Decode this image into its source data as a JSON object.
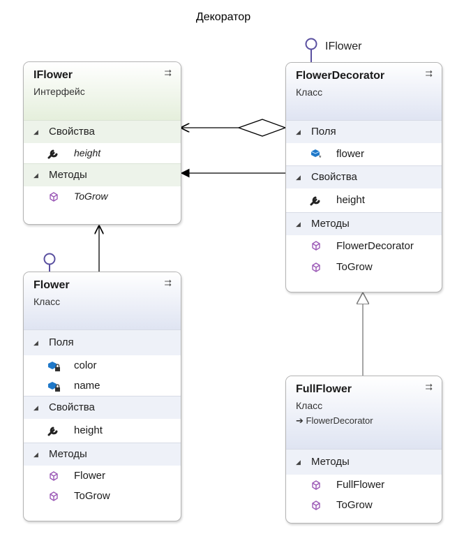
{
  "title": "Декоратор",
  "lollipop_labels": {
    "flower_decorator": "IFlower"
  },
  "classes": {
    "iflower": {
      "name": "IFlower",
      "stereotype": "Интерфейс",
      "sections": [
        {
          "label": "Свойства",
          "members": [
            {
              "name": "height",
              "icon": "wrench-icon"
            }
          ]
        },
        {
          "label": "Методы",
          "members": [
            {
              "name": "ToGrow",
              "icon": "method-cube-icon"
            }
          ]
        }
      ]
    },
    "flower_decorator": {
      "name": "FlowerDecorator",
      "stereotype": "Класс",
      "sections": [
        {
          "label": "Поля",
          "members": [
            {
              "name": "flower",
              "icon": "protected-field-icon"
            }
          ]
        },
        {
          "label": "Свойства",
          "members": [
            {
              "name": "height",
              "icon": "wrench-icon"
            }
          ]
        },
        {
          "label": "Методы",
          "members": [
            {
              "name": "FlowerDecorator",
              "icon": "method-cube-icon"
            },
            {
              "name": "ToGrow",
              "icon": "method-cube-icon"
            }
          ]
        }
      ]
    },
    "flower": {
      "name": "Flower",
      "stereotype": "Класс",
      "sections": [
        {
          "label": "Поля",
          "members": [
            {
              "name": "color",
              "icon": "private-field-icon"
            },
            {
              "name": "name",
              "icon": "private-field-icon"
            }
          ]
        },
        {
          "label": "Свойства",
          "members": [
            {
              "name": "height",
              "icon": "wrench-icon"
            }
          ]
        },
        {
          "label": "Методы",
          "members": [
            {
              "name": "Flower",
              "icon": "method-cube-icon"
            },
            {
              "name": "ToGrow",
              "icon": "method-cube-icon"
            }
          ]
        }
      ]
    },
    "full_flower": {
      "name": "FullFlower",
      "stereotype": "Класс",
      "base": "FlowerDecorator",
      "sections": [
        {
          "label": "Методы",
          "members": [
            {
              "name": "FullFlower",
              "icon": "method-cube-icon"
            },
            {
              "name": "ToGrow",
              "icon": "method-cube-icon"
            }
          ]
        }
      ]
    }
  },
  "colors": {
    "class_header": "#dfe4f2",
    "interface_header": "#e5efdc",
    "method_icon": "#9b59b6",
    "field_icon": "#1f78c8",
    "lollipop": "#5a50a0"
  }
}
